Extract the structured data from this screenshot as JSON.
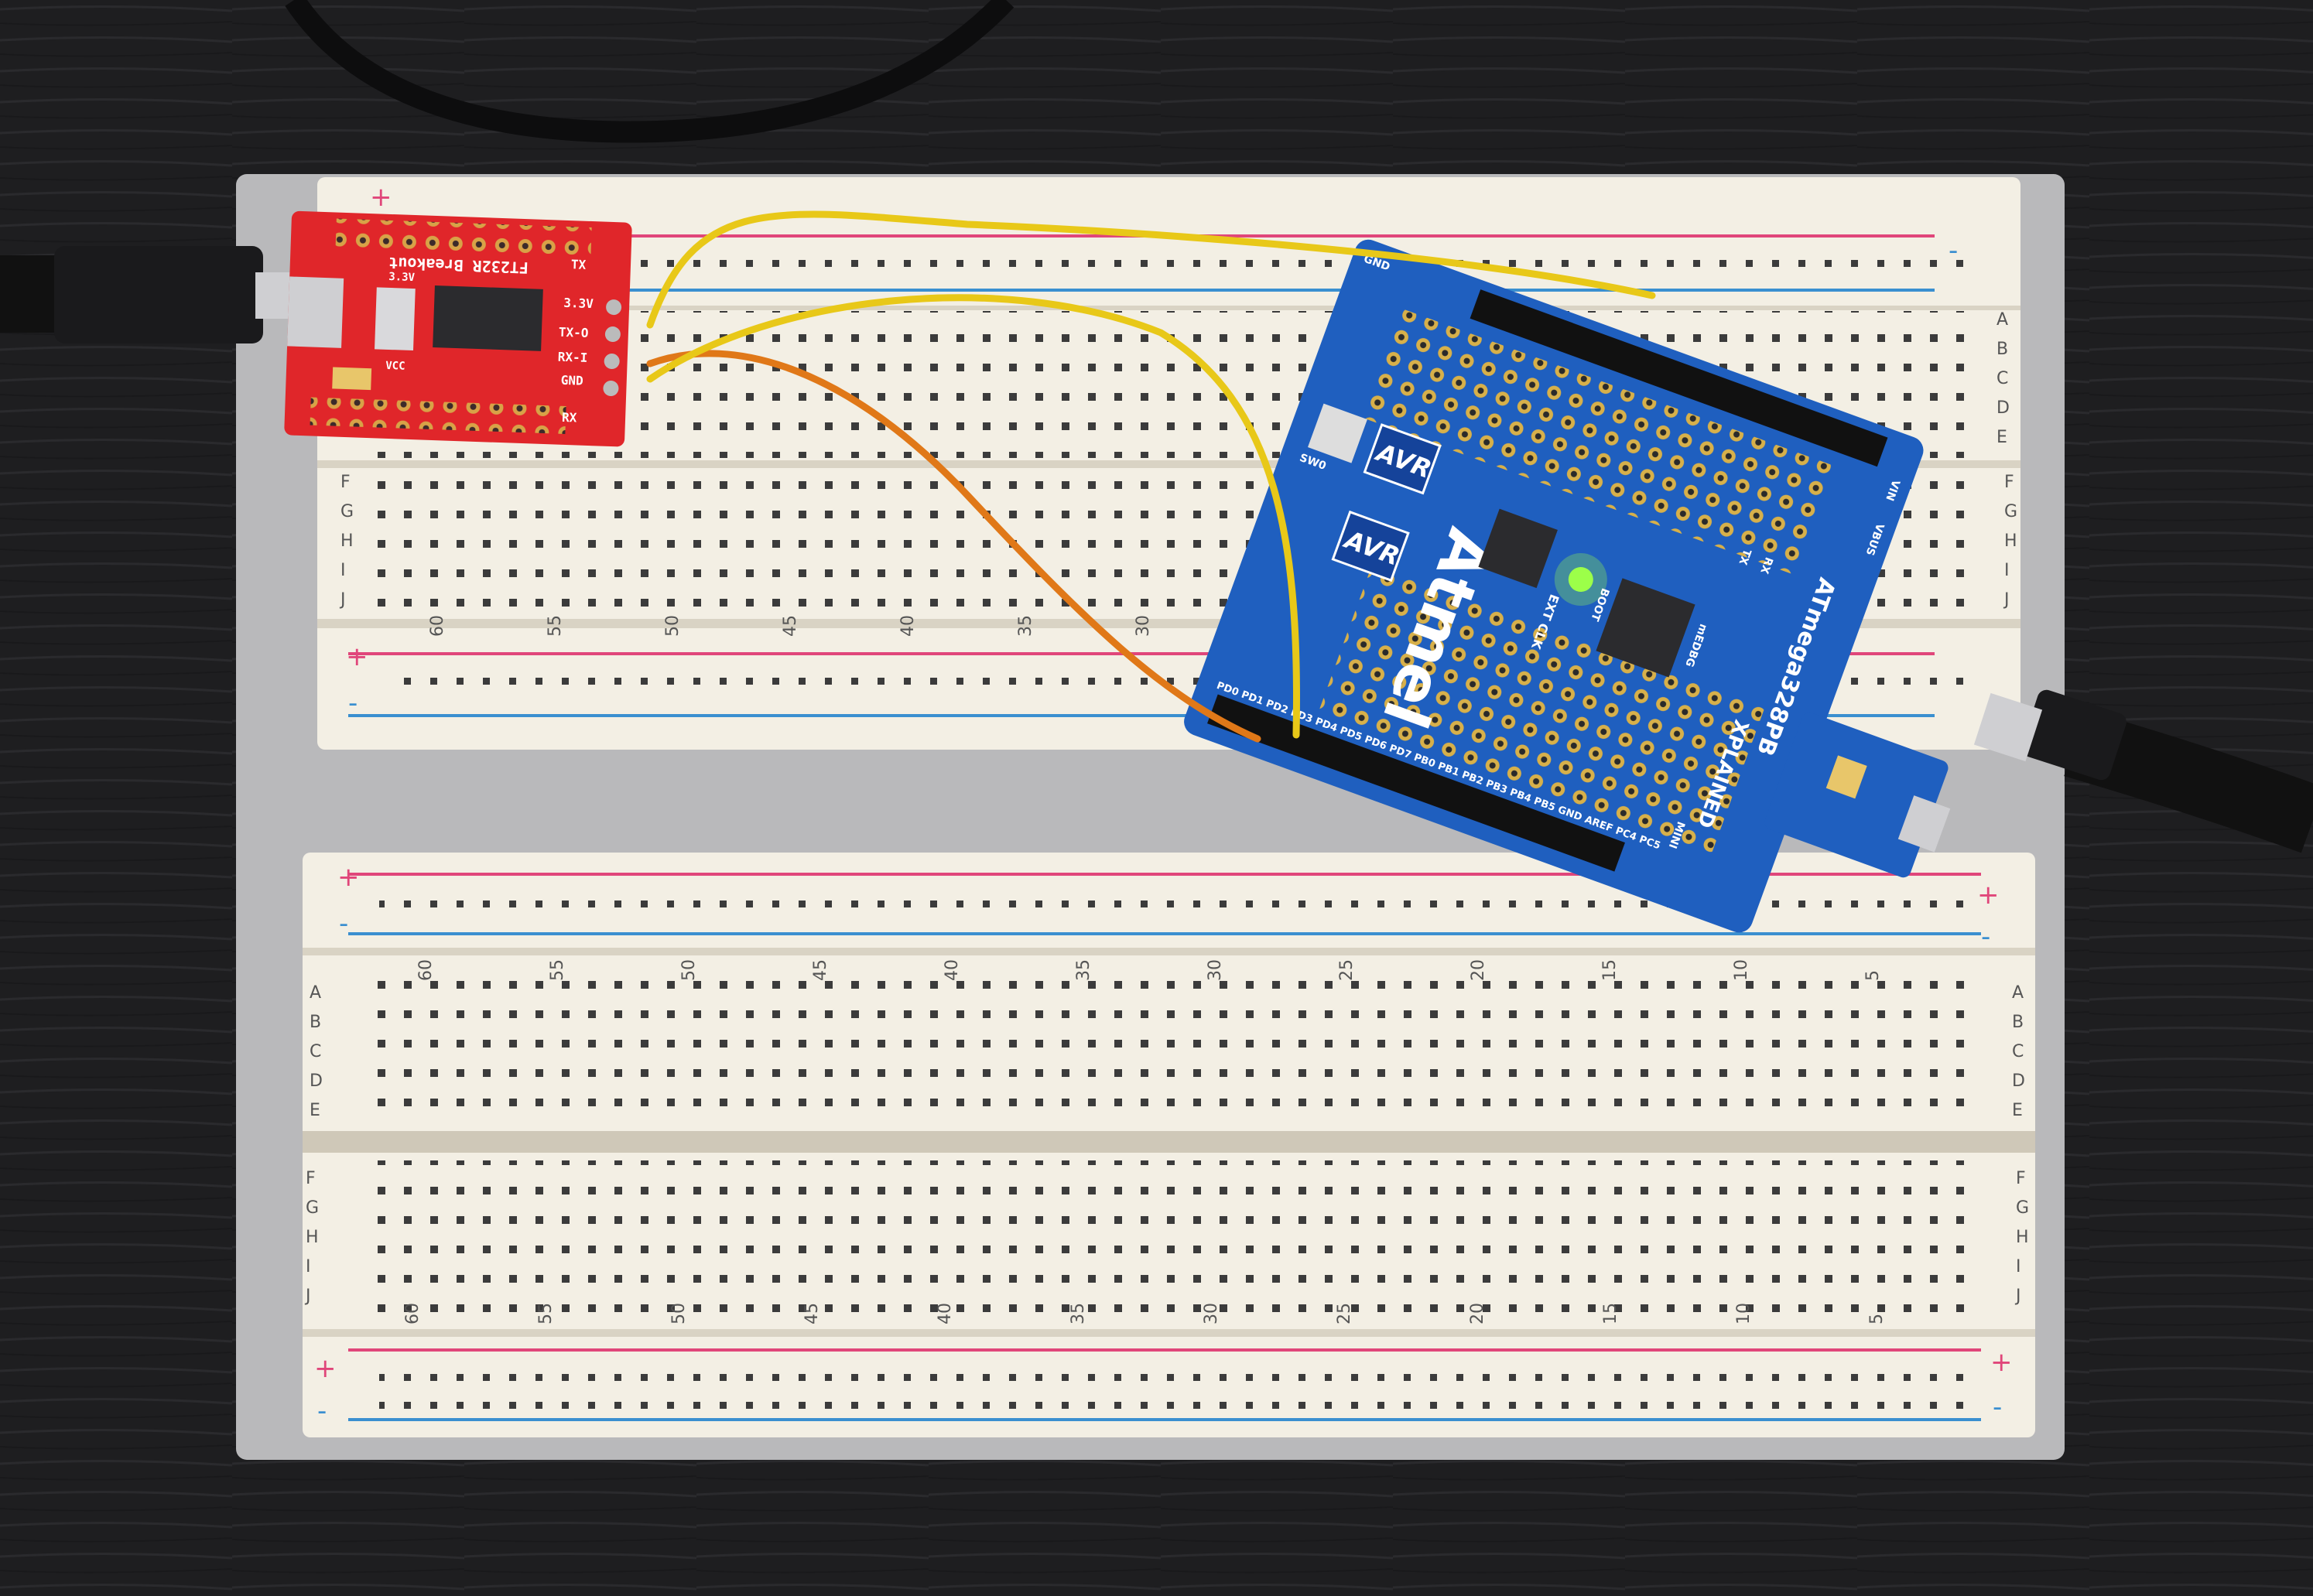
{
  "scene": {
    "description_colors": {
      "desk": "#1e1e20",
      "plate": "#b9b9b9",
      "breadboard": "#f3efe4",
      "rail_red": "#e0467a",
      "rail_blue": "#3a8fd0",
      "ft232_pcb": "#e0262a",
      "xplained_pcb": "#1f5fbf",
      "wire_yellow": "#e8c818",
      "wire_orange": "#e07818",
      "led": "#9dff4a"
    },
    "breadboard": {
      "column_numbers": [
        "60",
        "55",
        "50",
        "45",
        "40",
        "35",
        "30",
        "25",
        "20",
        "15",
        "10",
        "5"
      ],
      "rows_top": [
        "A",
        "B",
        "C",
        "D",
        "E"
      ],
      "rows_bottom": [
        "F",
        "G",
        "H",
        "I",
        "J"
      ],
      "rail_plus": "+",
      "rail_minus": "-"
    },
    "ft232_board": {
      "title": "FT232R Breakout",
      "pins": [
        "TX",
        "3.3V",
        "TX-O",
        "RX-I",
        "GND",
        "RX"
      ],
      "labels": [
        "3.3V",
        "VCC"
      ]
    },
    "xplained_board": {
      "brand": "Atmel",
      "logo": "AVR",
      "model": "ATmega328PB",
      "series": "XPLAINED",
      "variant": "MINI",
      "labels": [
        "EXT CLK",
        "BOOT",
        "mEDBG",
        "GND",
        "TX",
        "RX",
        "VBUS",
        "VIN",
        "SW0"
      ],
      "header_bottom": "PD0 PD1 PD2 PD3 PD4 PD5 PD6 PD7 PB0 PB1 PB2 PB3 PB4 PB5 GND AREF PC4 PC5"
    }
  }
}
